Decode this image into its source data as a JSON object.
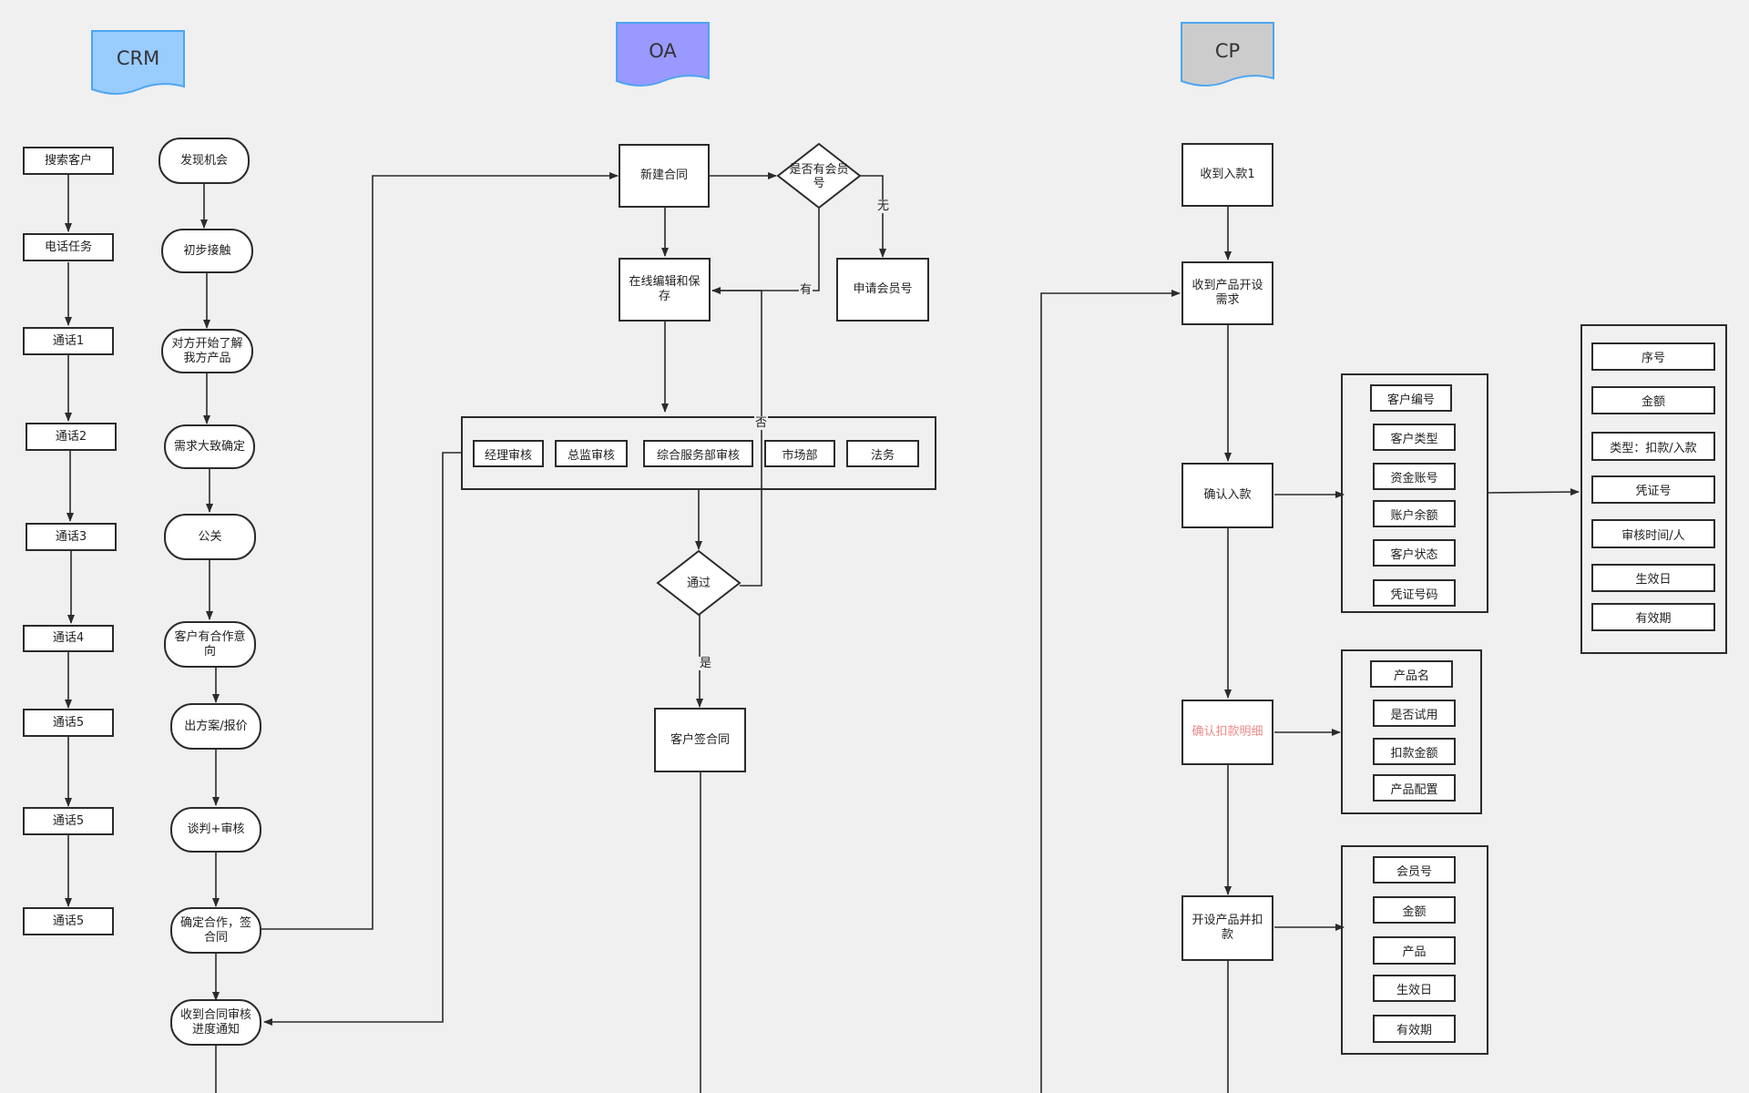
{
  "lanes": {
    "crm": {
      "title": "CRM",
      "color": "#99ccff",
      "border": "#4da6f0"
    },
    "oa": {
      "title": "OA",
      "color": "#9999ff",
      "border": "#4da6f0"
    },
    "cp": {
      "title": "CP",
      "color": "#cccccc",
      "border": "#4da6f0"
    }
  },
  "crm": {
    "calls": [
      "搜索客户",
      "电话任务",
      "通话1",
      "通话2",
      "通话3",
      "通话4",
      "通话5",
      "通话5",
      "通话5"
    ],
    "flow": [
      "发现机会",
      "初步接触",
      "对方开始了解我方产品",
      "需求大致确定",
      "公关",
      "客户有合作意向",
      "出方案/报价",
      "谈判+审核",
      "确定合作，签合同",
      "收到合同审核进度通知"
    ]
  },
  "oa": {
    "new_contract": "新建合同",
    "has_member": "是否有会员号",
    "apply_member": "申请会员号",
    "edit_save": "在线编辑和保存",
    "reviews": [
      "经理审核",
      "总监审核",
      "综合服务部审核",
      "市场部",
      "法务"
    ],
    "pass": "通过",
    "sign": "客户签合同",
    "labels": {
      "none": "无",
      "has": "有",
      "no": "否",
      "yes": "是"
    }
  },
  "cp": {
    "receive_payment": "收到入款1",
    "receive_request": "收到产品开设需求",
    "confirm_payment": "确认入款",
    "confirm_deduction": "确认扣款明细",
    "open_product": "开设产品并扣款",
    "payment_fields": [
      "客户编号",
      "客户类型",
      "资金账号",
      "账户余额",
      "客户状态",
      "凭证号码"
    ],
    "record_fields": [
      "序号",
      "金额",
      "类型：扣款/入款",
      "凭证号",
      "审核时间/人",
      "生效日",
      "有效期"
    ],
    "product_fields": [
      "产品名",
      "是否试用",
      "扣款金额",
      "产品配置"
    ],
    "open_fields": [
      "会员号",
      "金额",
      "产品",
      "生效日",
      "有效期"
    ]
  },
  "colors": {
    "line": "#2b2b2b",
    "background": "#f0f0f0",
    "highlight_text": "#f08a8a"
  }
}
